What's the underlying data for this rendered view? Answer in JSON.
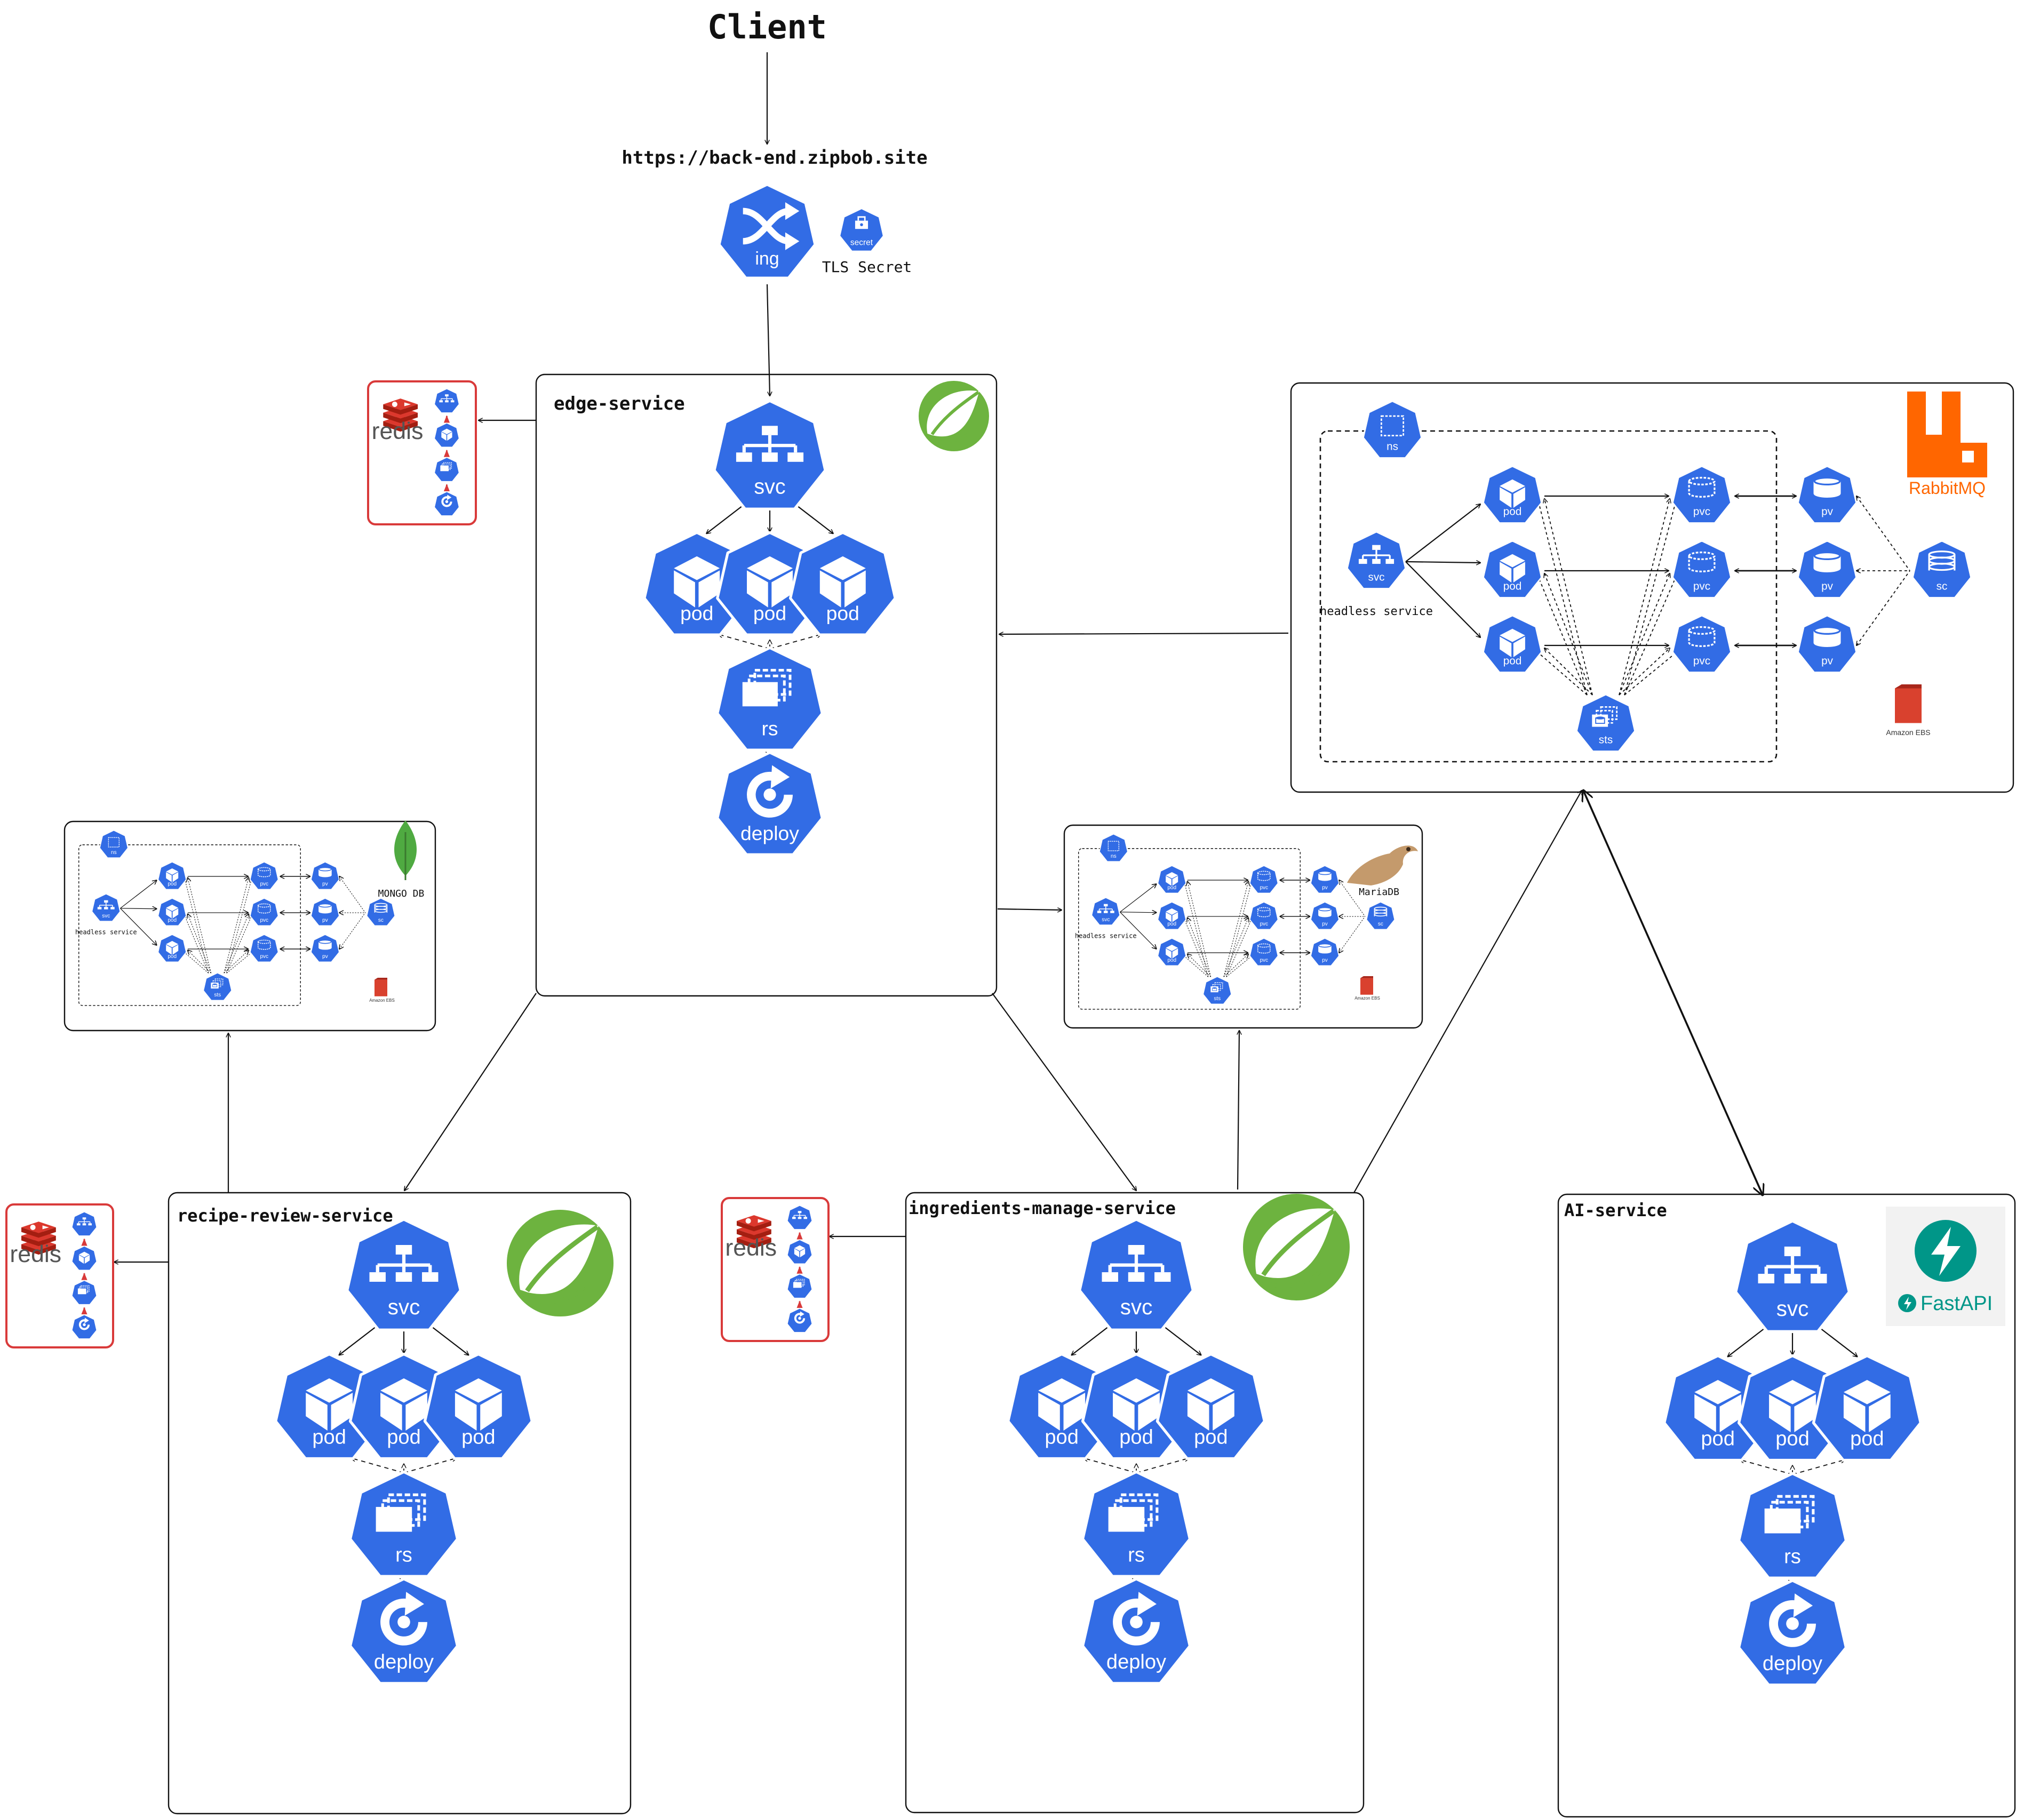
{
  "client": {
    "title": "Client",
    "url": "https://back-end.zipbob.site"
  },
  "ingress": {
    "label": "ing",
    "secret_label": "secret",
    "secret_caption": "TLS Secret"
  },
  "services": {
    "edge": {
      "title": "edge-service"
    },
    "recipe": {
      "title": "recipe-review-service"
    },
    "ingredients": {
      "title": "ingredients-manage-service"
    },
    "ai": {
      "title": "AI-service"
    }
  },
  "k8s": {
    "svc": "svc",
    "pod": "pod",
    "rs": "rs",
    "deploy": "deploy",
    "ns": "ns",
    "pvc": "pvc",
    "pv": "pv",
    "sc": "sc",
    "sts": "sts",
    "headless": "headless service"
  },
  "brands": {
    "redis": "redis",
    "rabbitmq": "RabbitMQ",
    "mongodb": "MONGO DB",
    "mariadb": "MariaDB",
    "fastapi": "FastAPI",
    "amazon_ebs": "Amazon EBS"
  },
  "colors": {
    "k8s_blue": "#326ce5",
    "spring_green": "#6db33f",
    "redis_red": "#dc382d",
    "rabbitmq_orange": "#ff6600",
    "fastapi_teal": "#009688",
    "mongo_green": "#4faa41",
    "ebs_red": "#d9412e",
    "redis_frame": "#d93a3a"
  }
}
